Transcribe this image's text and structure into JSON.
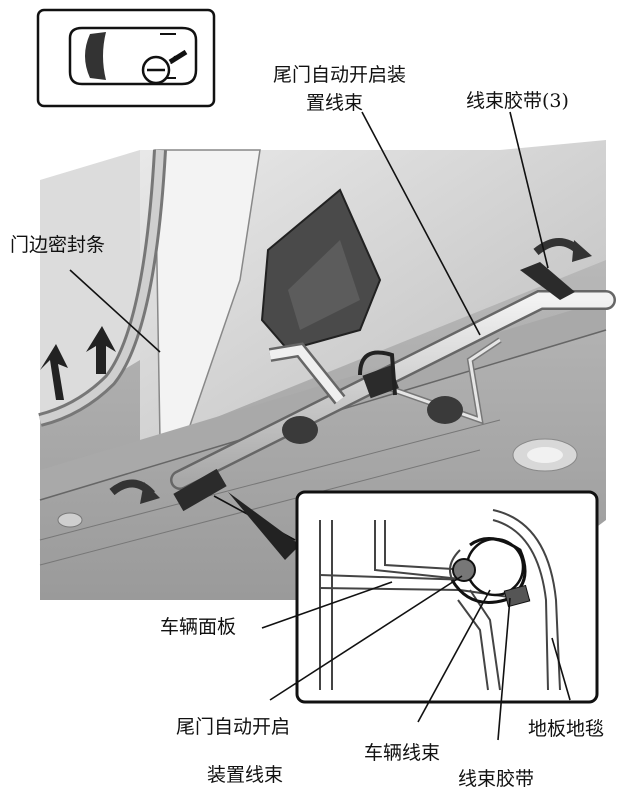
{
  "labels": {
    "tailgate_harness_top_line1": "尾门自动开启装",
    "tailgate_harness_top_line2": "置线束",
    "harness_band_count": "线束胶带(3)",
    "door_seal": "门边密封条",
    "vehicle_panel": "车辆面板",
    "tailgate_harness_bottom_line1": "尾门自动开启",
    "tailgate_harness_bottom_line2": "装置线束",
    "vehicle_harness": "车辆线束",
    "floor_carpet": "地板地毯",
    "harness_band": "线束胶带"
  },
  "icons": {
    "vehicle_locator": "car-top-view-icon",
    "arrows": [
      "curved-arrow-icon",
      "up-arrow-icon"
    ]
  }
}
